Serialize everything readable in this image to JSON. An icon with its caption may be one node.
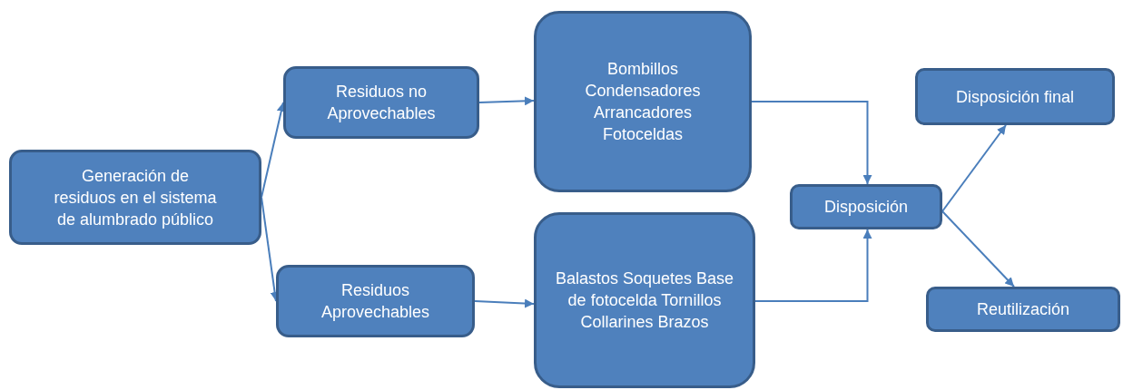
{
  "diagram": {
    "nodes": [
      {
        "text": [
          "Generación de residuos en el sistema de alumbrado público"
        ]
      },
      {
        "text": [
          "Residuos no Aprovechables"
        ]
      },
      {
        "text": [
          "Bombillos Condensadores Arrancadores Fotoceldas"
        ]
      },
      {
        "text": [
          "Residuos Aprovechables"
        ]
      },
      {
        "text": [
          "Balastos Soquetes Base de fotocelda Tornillos Collarines Brazos"
        ]
      },
      {
        "text": [
          "Disposición"
        ]
      },
      {
        "text": [
          "Disposición final"
        ]
      },
      {
        "text": [
          "Reutilización"
        ]
      }
    ],
    "edges": [
      {
        "from": 0,
        "to": 1,
        "arrow": "to"
      },
      {
        "from": 0,
        "to": 3,
        "arrow": "to"
      },
      {
        "from": 1,
        "to": 2,
        "arrow": "to"
      },
      {
        "from": 3,
        "to": 4,
        "arrow": "to"
      },
      {
        "from": 2,
        "to": 5,
        "arrow": "to"
      },
      {
        "from": 4,
        "to": 5,
        "arrow": "to"
      },
      {
        "from": 5,
        "to": 6,
        "arrow": "to"
      },
      {
        "from": 5,
        "to": 7,
        "arrow": "to"
      }
    ]
  }
}
